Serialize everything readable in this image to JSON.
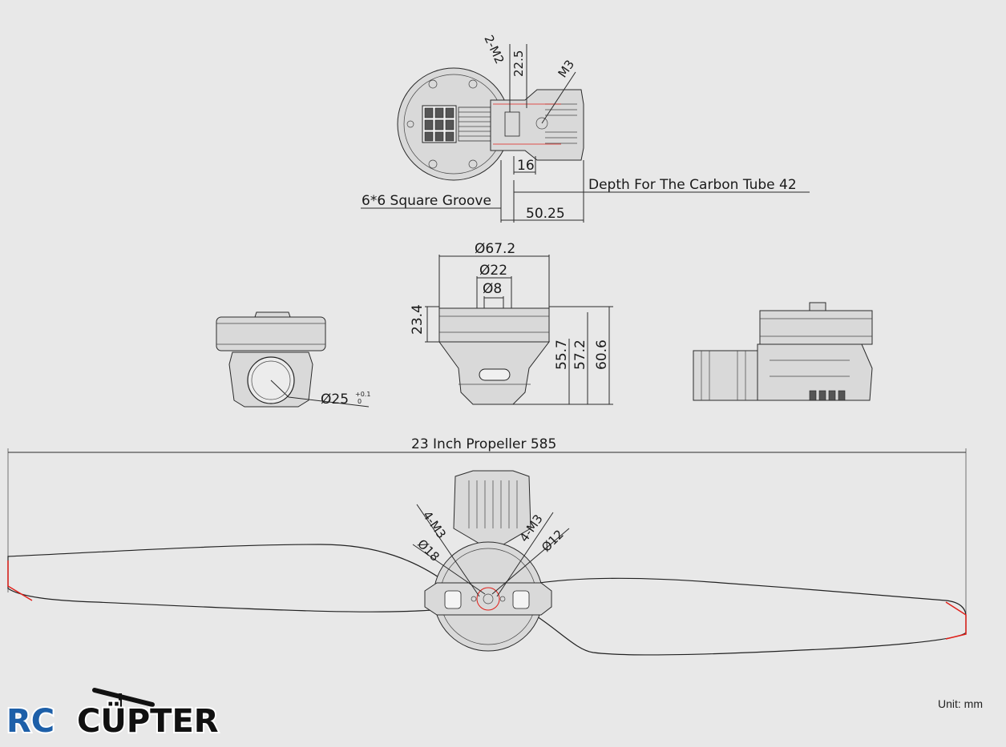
{
  "top_view": {
    "label_2m2": "2-M2",
    "label_22_5": "22.5",
    "label_m3": "M3",
    "label_16": "16",
    "label_depth": "Depth For The Carbon Tube 42",
    "label_groove": "6*6 Square Groove",
    "label_50_25": "50.25"
  },
  "front_view": {
    "label_d67": "Ø67.2",
    "label_d22": "Ø22",
    "label_d8": "Ø8",
    "label_23_4": "23.4",
    "label_55_7": "55.7",
    "label_57_2": "57.2",
    "label_60_6": "60.6"
  },
  "side_view": {
    "label_d25": "Ø25",
    "label_d25_tol": "+0.1",
    "label_d25_tol2": "0"
  },
  "propeller_view": {
    "label_prop": "23 Inch Propeller 585",
    "label_4m3_left": "4-M3",
    "label_d18": "Ø18",
    "label_4m3_right": "4-M3",
    "label_d12": "Ø12"
  },
  "footer": {
    "unit": "Unit: mm",
    "logo_rc": "RC",
    "logo_copter": "CÜPTER"
  },
  "colors": {
    "background": "#e8e8e8",
    "line": "#2a2a2a",
    "accent_red": "#e0201a",
    "logo_blue": "#1d5fa8"
  }
}
